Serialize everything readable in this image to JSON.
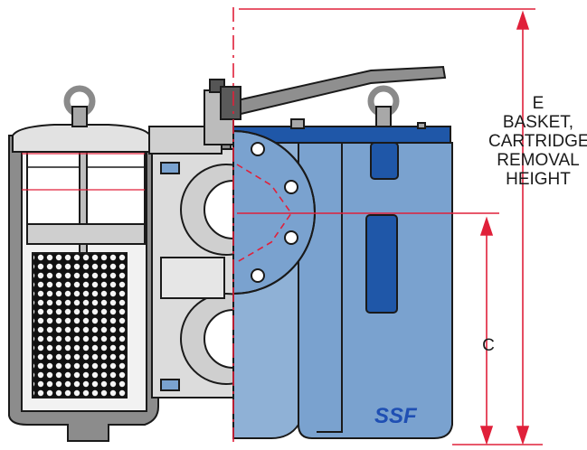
{
  "dimensions": {
    "e_label": [
      "E",
      "BASKET,",
      "CARTRIDGE",
      "REMOVAL",
      "HEIGHT"
    ],
    "c_label": "C"
  },
  "logo": {
    "text": "SSF",
    "color": "#1f4fb3"
  },
  "colors": {
    "housing_blue": "#7aa2cf",
    "housing_dark_blue": "#1f57a8",
    "section_gray": "#d9d9d9",
    "section_dark": "#8a8a8a",
    "outline": "#1a1a1a",
    "dimension_red": "#e0203a"
  }
}
